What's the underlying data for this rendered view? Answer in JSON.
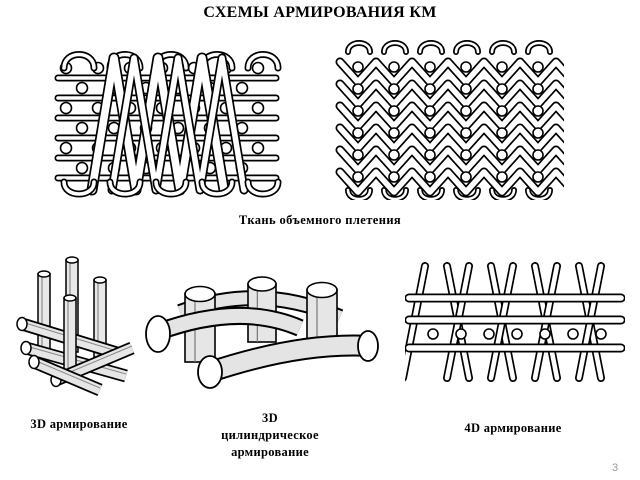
{
  "slide": {
    "title": "СХЕМЫ АРМИРОВАНИЯ КМ",
    "weave_caption": "Ткань объемного плетения",
    "caption_3d": "3D армирование",
    "caption_3d_cyl_line1": "3D",
    "caption_3d_cyl_line2": "цилиндрическое",
    "caption_3d_cyl_line3": "армирование",
    "caption_4d": "4D армирование",
    "page_number": "3"
  }
}
